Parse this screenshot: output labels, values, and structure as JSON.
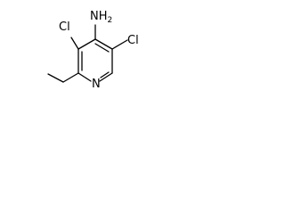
{
  "molecule": {
    "atoms": {
      "amine": "NH",
      "amine_subscript": "2",
      "chlorine_3": "Cl",
      "chlorine_5": "Cl",
      "ring_nitrogen": "N"
    }
  }
}
